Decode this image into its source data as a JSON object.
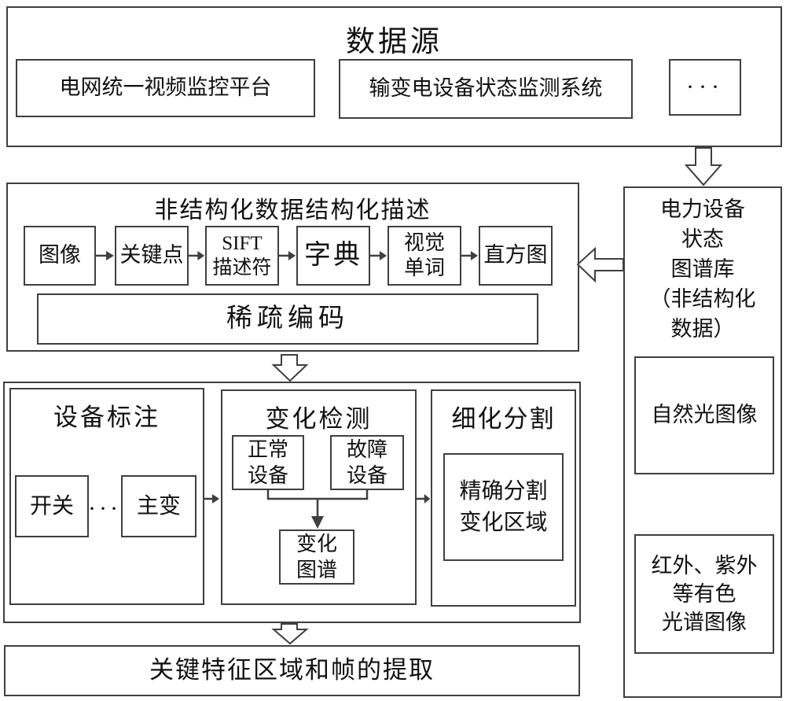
{
  "colors": {
    "border": "#3f3f3f",
    "text": "#111111",
    "background": "#ffffff"
  },
  "datasource": {
    "title": "数据源",
    "items": [
      "电网统一视频监控平台",
      "输变电设备状态监测系统",
      "···"
    ]
  },
  "description": {
    "title": "非结构化数据结构化描述",
    "pipeline": [
      "图像",
      "关键点",
      "SIFT\n描述符",
      "字典",
      "视觉\n单词",
      "直方图"
    ],
    "sparse_coding": "稀疏编码"
  },
  "library": {
    "title": "电力设备\n状态\n图谱库\n（非结构化\n数据）",
    "items": [
      "自然光图像",
      "红外、紫外\n等有色\n光谱图像"
    ]
  },
  "processing": {
    "annotation": {
      "title": "设备标注",
      "items": [
        "开关",
        "···",
        "主变"
      ]
    },
    "detection": {
      "title": "变化检测",
      "normal": "正常\n设备",
      "fault": "故障\n设备",
      "change_atlas": "变化\n图谱"
    },
    "segmentation": {
      "title": "细化分割",
      "region": "精确分割\n变化区域"
    }
  },
  "extraction": {
    "title": "关键特征区域和帧的提取"
  }
}
